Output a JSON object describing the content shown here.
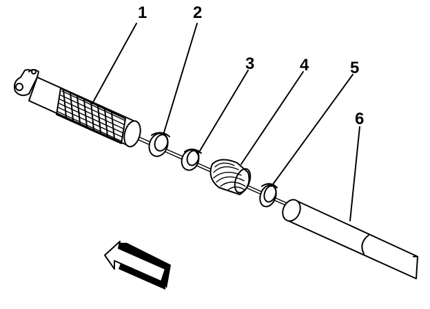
{
  "callouts": [
    {
      "id": "1",
      "label": "1"
    },
    {
      "id": "2",
      "label": "2"
    },
    {
      "id": "3",
      "label": "3"
    },
    {
      "id": "4",
      "label": "4"
    },
    {
      "id": "5",
      "label": "5"
    },
    {
      "id": "6",
      "label": "6"
    }
  ],
  "arrow": {
    "icon": "direction-arrow-icon",
    "direction": "up-left"
  },
  "colors": {
    "ink": "#000000",
    "paper": "#ffffff"
  }
}
